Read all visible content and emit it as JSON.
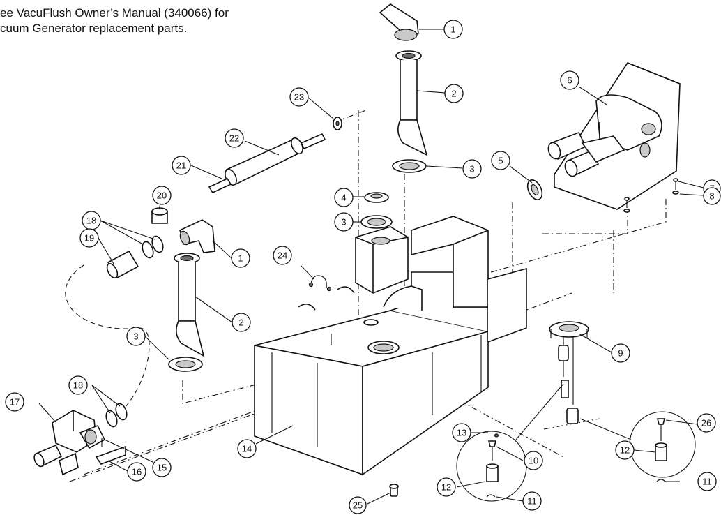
{
  "note": "ee VacuFlush Owner’s Manual (340066) for\ncuum Generator replacement parts.",
  "callouts": [
    {
      "number": "1"
    },
    {
      "number": "2"
    },
    {
      "number": "3"
    },
    {
      "number": "6"
    },
    {
      "number": "5"
    },
    {
      "number": "7"
    },
    {
      "number": "8"
    },
    {
      "number": "23"
    },
    {
      "number": "22"
    },
    {
      "number": "21"
    },
    {
      "number": "4"
    },
    {
      "number": "3"
    },
    {
      "number": "20"
    },
    {
      "number": "18"
    },
    {
      "number": "1"
    },
    {
      "number": "19"
    },
    {
      "number": "24"
    },
    {
      "number": "2"
    },
    {
      "number": "3"
    },
    {
      "number": "9"
    },
    {
      "number": "26"
    },
    {
      "number": "18"
    },
    {
      "number": "17"
    },
    {
      "number": "15"
    },
    {
      "number": "16"
    },
    {
      "number": "13"
    },
    {
      "number": "10"
    },
    {
      "number": "12"
    },
    {
      "number": "11"
    },
    {
      "number": "12"
    },
    {
      "number": "11"
    },
    {
      "number": "14"
    },
    {
      "number": "25"
    }
  ]
}
